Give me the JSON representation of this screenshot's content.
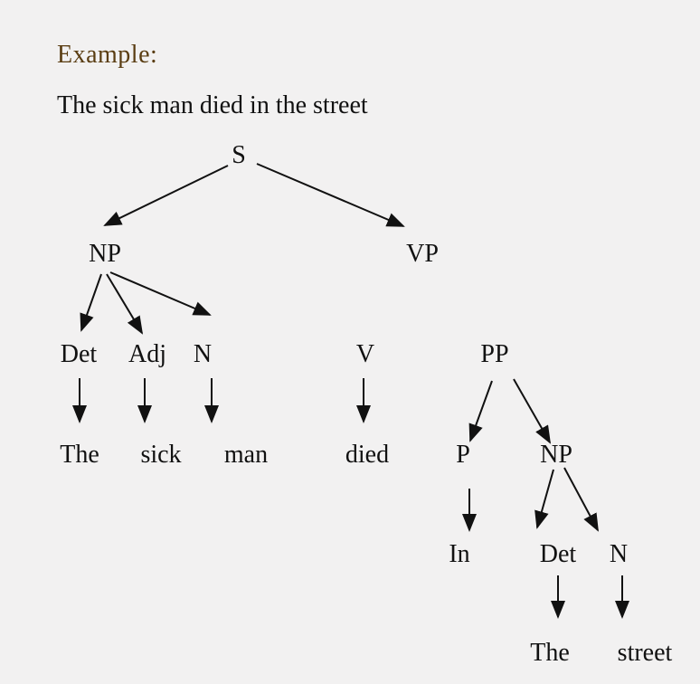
{
  "heading": "Example:",
  "sentence": "The sick man died in the street",
  "colors": {
    "heading": "#5a3d12",
    "text": "#111111",
    "arrow": "#111111",
    "background": "#f2f1f1"
  },
  "tree": {
    "nodes": [
      {
        "id": "s",
        "label": "S"
      },
      {
        "id": "np1",
        "label": "NP"
      },
      {
        "id": "vp",
        "label": "VP"
      },
      {
        "id": "det1",
        "label": "Det"
      },
      {
        "id": "adj",
        "label": "Adj"
      },
      {
        "id": "n1",
        "label": "N"
      },
      {
        "id": "v",
        "label": "V"
      },
      {
        "id": "pp",
        "label": "PP"
      },
      {
        "id": "w-the1",
        "label": "The"
      },
      {
        "id": "w-sick",
        "label": "sick"
      },
      {
        "id": "w-man",
        "label": "man"
      },
      {
        "id": "w-died",
        "label": "died"
      },
      {
        "id": "p",
        "label": "P"
      },
      {
        "id": "np2",
        "label": "NP"
      },
      {
        "id": "w-in",
        "label": "In"
      },
      {
        "id": "det2",
        "label": "Det"
      },
      {
        "id": "n2",
        "label": "N"
      },
      {
        "id": "w-the2",
        "label": "The"
      },
      {
        "id": "w-street",
        "label": "street"
      }
    ],
    "edges": [
      [
        "s",
        "np1"
      ],
      [
        "s",
        "vp"
      ],
      [
        "np1",
        "det1"
      ],
      [
        "np1",
        "adj"
      ],
      [
        "np1",
        "n1"
      ],
      [
        "det1",
        "w-the1"
      ],
      [
        "adj",
        "w-sick"
      ],
      [
        "n1",
        "w-man"
      ],
      [
        "v",
        "w-died"
      ],
      [
        "pp",
        "p"
      ],
      [
        "pp",
        "np2"
      ],
      [
        "p",
        "w-in"
      ],
      [
        "np2",
        "det2"
      ],
      [
        "np2",
        "n2"
      ],
      [
        "det2",
        "w-the2"
      ],
      [
        "n2",
        "w-street"
      ]
    ]
  }
}
